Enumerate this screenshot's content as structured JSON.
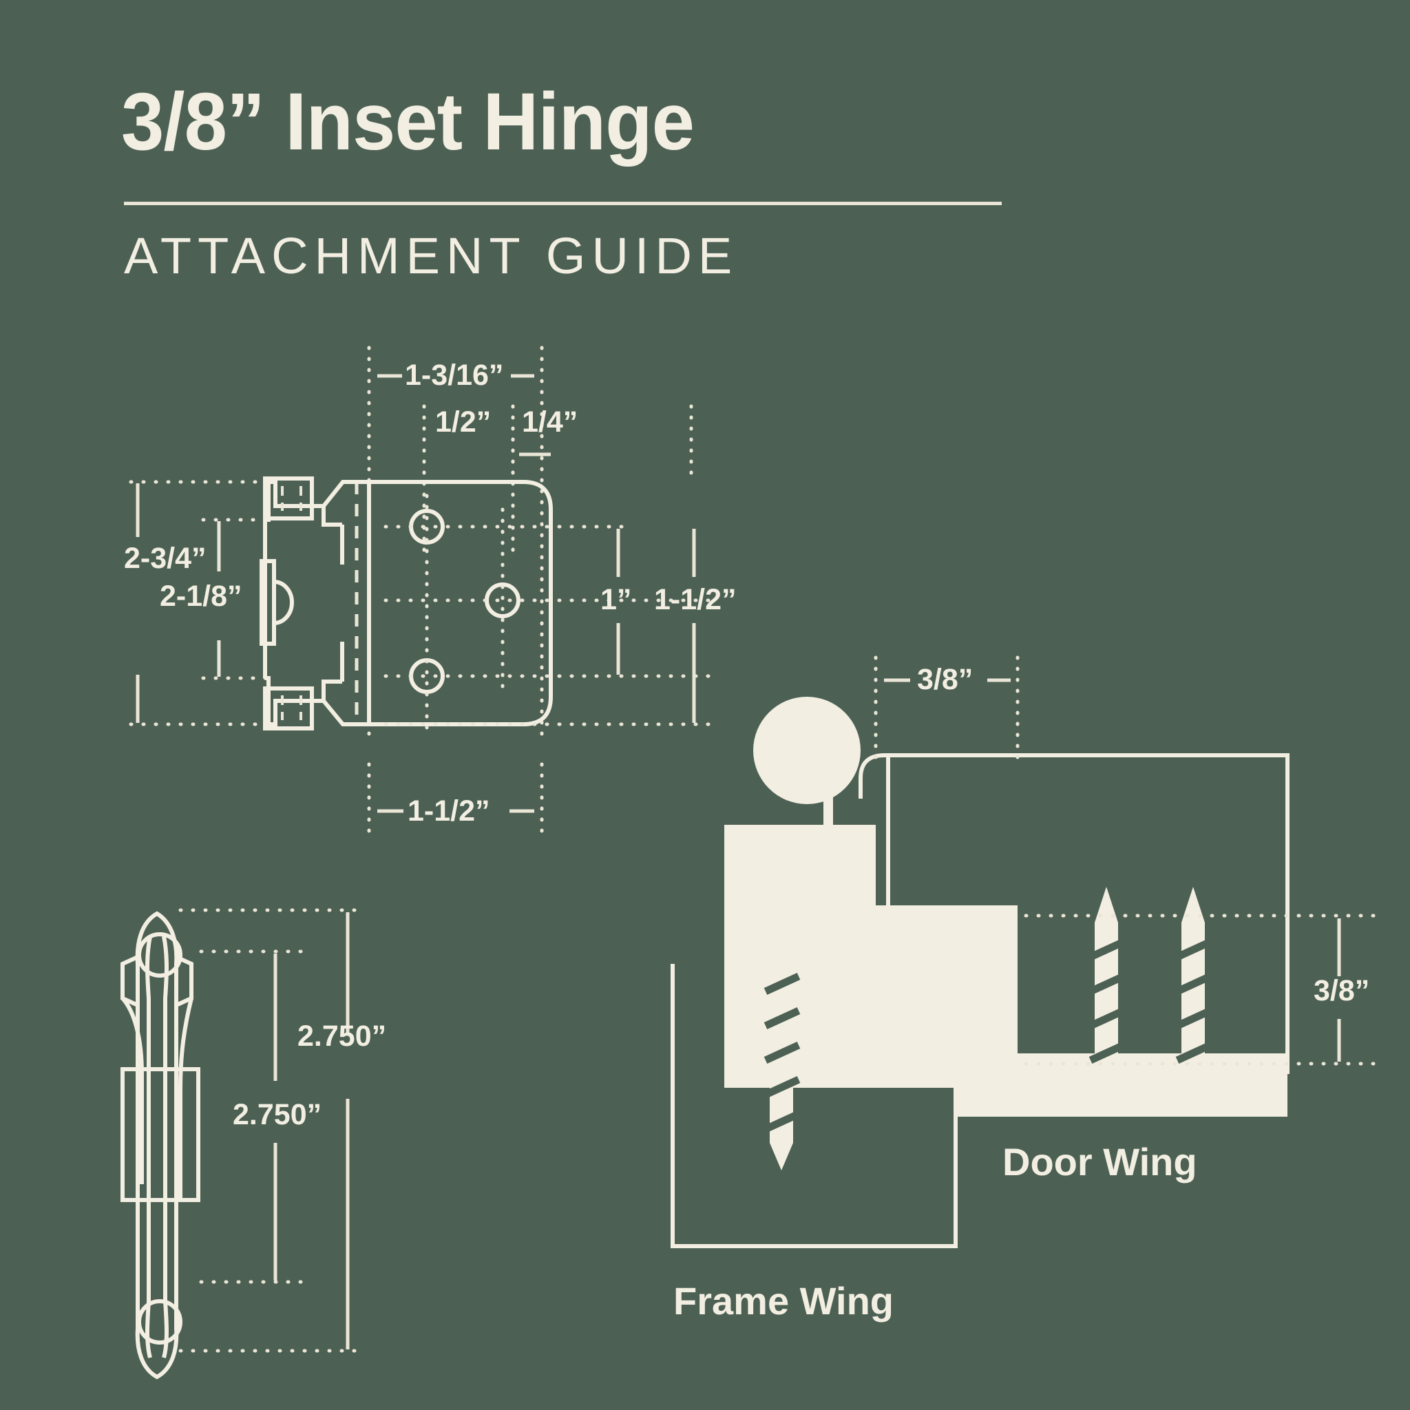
{
  "header": {
    "title": "3/8” Inset Hinge",
    "subtitle": "ATTACHMENT GUIDE"
  },
  "colors": {
    "background": "#4d6054",
    "ink": "#f2eee2",
    "line": "#eae6d7"
  },
  "plan_view": {
    "dimensions": {
      "overall_width": "1-3/16”",
      "offset_a": "1/2”",
      "offset_b": "1/4”",
      "overall_height": "2-3/4”",
      "inner_height": "2-1/8”",
      "hole_spacing": "1”",
      "hole_span": "1-1/2”",
      "plate_width": "1-1/2”"
    }
  },
  "side_view": {
    "dimensions": {
      "outer_length": "2.750”",
      "hole_center_length": "2.750”"
    }
  },
  "assembly_view": {
    "dimensions": {
      "top_inset": "3/8”",
      "side_inset": "3/8”"
    },
    "labels": {
      "frame_wing": "Frame Wing",
      "door_wing": "Door Wing"
    }
  }
}
